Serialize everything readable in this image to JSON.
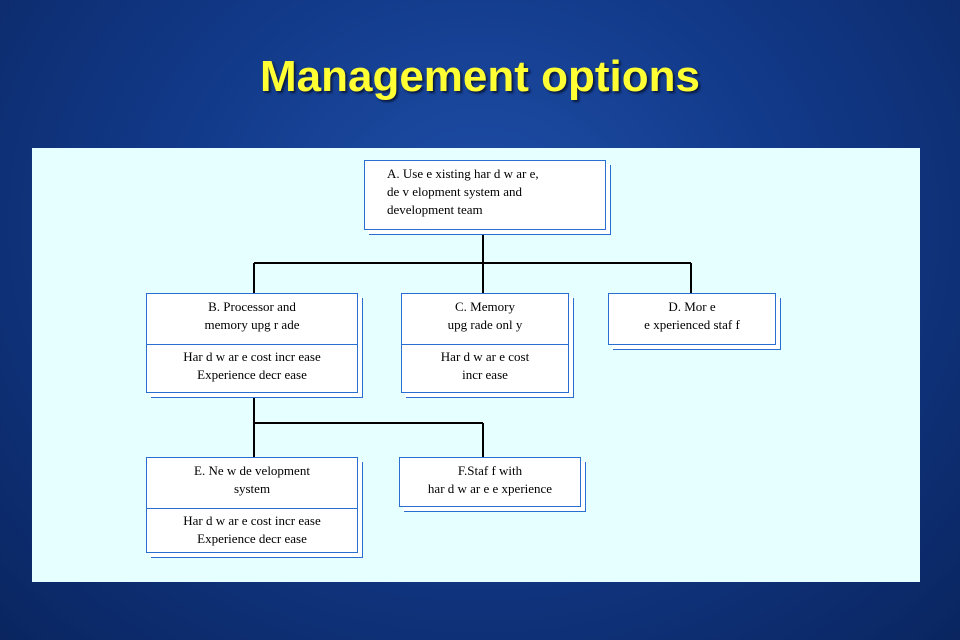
{
  "title": "Management options",
  "boxes": {
    "a": {
      "label": "A. Use e  xisting har     d w ar e,\nde v elopment system and\ndevelopment team"
    },
    "b": {
      "label": "B. Processor and\nmemory upg      r ade",
      "effects": "Har d w ar e cost incr     ease\nExperience decr       ease"
    },
    "c": {
      "label": "C. Memory\nupg  rade onl     y",
      "effects": "Har d w ar e cost\nincr  ease"
    },
    "d": {
      "label": "D. Mor  e\ne xperienced staf      f"
    },
    "e": {
      "label": "E. Ne  w de   velopment\nsystem",
      "effects": "Har d w ar e cost incr     ease\nExperience decr       ease"
    },
    "f": {
      "label": "F.Staf  f with\nhar  d w ar e e xperience"
    }
  },
  "colors": {
    "title": "#ffff33",
    "panel": "#e6ffff",
    "box_border": "#2a6fd0"
  }
}
